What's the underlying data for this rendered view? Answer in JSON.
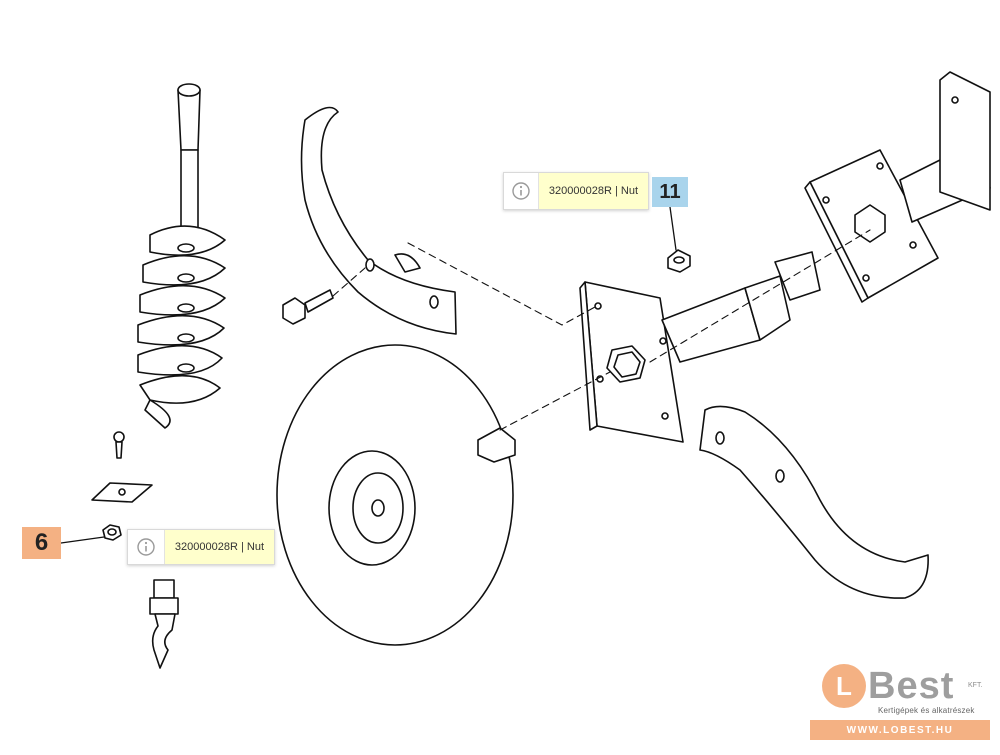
{
  "parts": [
    {
      "number": "11",
      "part_label": "320000028R | Nut",
      "callout_color": "#a9d4ec"
    },
    {
      "number": "6",
      "part_label": "320000028R | Nut",
      "callout_color": "#f4b183"
    }
  ],
  "info_icon": "info-circle-icon",
  "tooltip_background": "#ffffcc",
  "logo": {
    "letter": "L",
    "word": "Best",
    "kft": "KFT.",
    "tagline": "Kertigépek és alkatrészek",
    "url": "WWW.LOBEST.HU",
    "brand_color": "#f4b183",
    "word_color": "#9e9e9e"
  }
}
